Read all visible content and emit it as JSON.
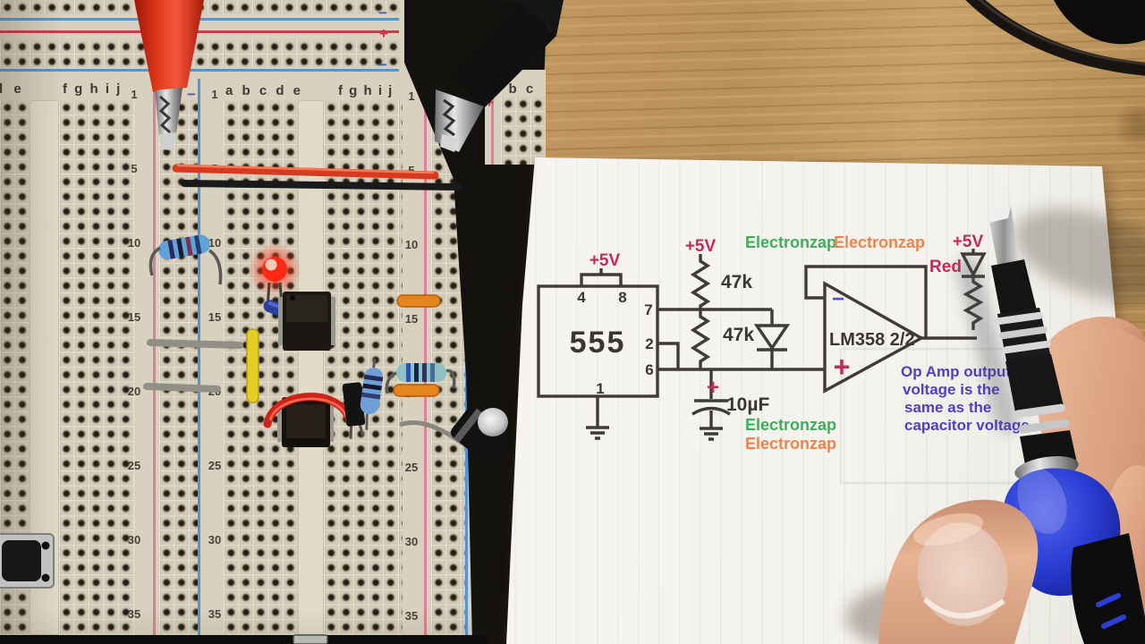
{
  "breadboard": {
    "column_groups": {
      "g1": "d e",
      "g2": "f g h i j",
      "g3": "a b c d e",
      "g4": "f g h i j",
      "g5": "a b c"
    },
    "row_numbers": [
      "1",
      "5",
      "10",
      "15",
      "20",
      "25",
      "30",
      "35"
    ],
    "rail_marks": {
      "plus": "+",
      "minus": "−"
    }
  },
  "schematic": {
    "ic555": {
      "name": "555",
      "pin4": "4",
      "pin8": "8",
      "pin7": "7",
      "pin2": "2",
      "pin6": "6",
      "pin1": "1",
      "vcc": "+5V"
    },
    "r1": {
      "value": "47k",
      "vcc": "+5V"
    },
    "r2": {
      "value": "47k"
    },
    "cap": {
      "value": "10µF",
      "polarity": "+"
    },
    "opamp": {
      "label": "LM358 2/2",
      "inverting": "−",
      "noninverting": "+"
    },
    "led": {
      "color_label": "Red",
      "vcc": "+5V"
    },
    "watermark_top": {
      "first": "Electronzap",
      "second": "Electronzap"
    },
    "watermark_bottom": {
      "first": "Electronzap",
      "second": "Electronzap"
    },
    "note": {
      "lines": [
        "Op Amp output",
        "voltage is the",
        "same as the",
        "capacitor voltage"
      ]
    }
  },
  "colors": {
    "schematic_ink": "#3f3c37",
    "accent_pink": "#c9295a",
    "note_blue": "#4f3fc5",
    "watermark_green": "#3fae5a",
    "watermark_orange": "#f0834b",
    "led_glow": "#ff2a15"
  }
}
